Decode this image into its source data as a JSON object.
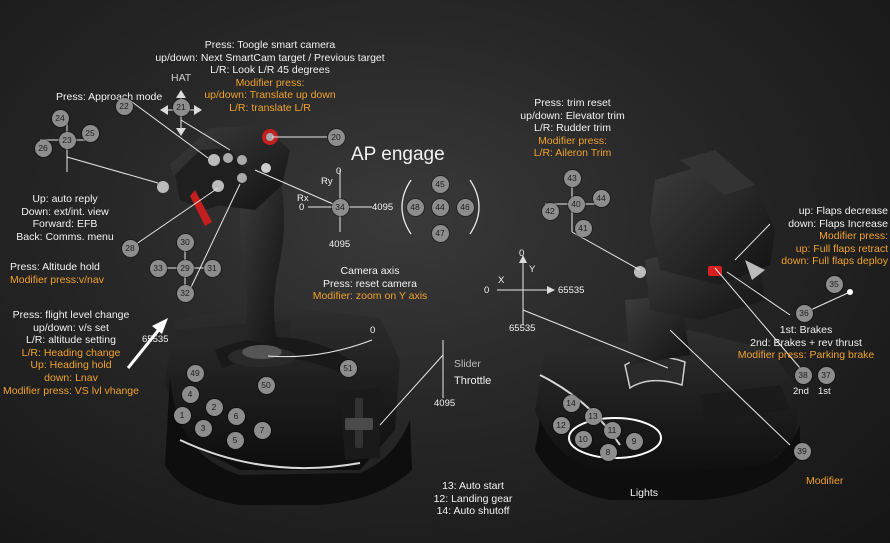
{
  "title": "AP engage",
  "hat_label": "HAT",
  "blocks": {
    "smartcam": {
      "lines": [
        "Press: Toogle smart camera",
        "up/down:  Next SmartCam target / Previous target",
        "L/R: Look L/R 45 degrees"
      ],
      "modifier": [
        "Modifier press:",
        "up/down: Translate up down",
        "L/R: translate L/R"
      ]
    },
    "approach": {
      "lines": [
        "Press: Approach mode"
      ]
    },
    "comms": {
      "lines": [
        "Up: auto reply",
        "Down: ext/int. view",
        "Forward: EFB",
        "Back: Comms. menu"
      ]
    },
    "altitude": {
      "lines": [
        "Press: Altitude hold"
      ],
      "modifier": [
        "Modifier press:v/nav"
      ]
    },
    "flightlevel": {
      "lines": [
        "Press: flight level change",
        "up/down:  v/s set",
        "L/R: altitude setting"
      ],
      "modifier": [
        "L/R: Heading change",
        "Up: Heading hold",
        "down: Lnav",
        "Modifier press: VS lvl vhange"
      ]
    },
    "camera_axis": {
      "lines": [
        "Camera axis",
        "Press: reset camera"
      ],
      "modifier": [
        "Modifier: zoom on Y axis"
      ]
    },
    "trim": {
      "lines": [
        "Press: trim reset",
        "up/down:  Elevator trim",
        "L/R: Rudder trim"
      ],
      "modifier": [
        "Modifier press:",
        "L/R: Aileron Trim"
      ]
    },
    "flaps": {
      "lines": [
        "up: Flaps decrease",
        "down: Flaps Increase"
      ],
      "modifier": [
        "Modifier press:",
        "up: Full flaps retract",
        "down: Full flaps deploy"
      ]
    },
    "brakes": {
      "lines": [
        "1st: Brakes",
        "2nd: Brakes + rev thrust"
      ],
      "modifier": [
        "Modifier press: Parking brake"
      ]
    },
    "autostart": {
      "lines": [
        "13: Auto start",
        "12: Landing gear",
        "14: Auto shutoff"
      ]
    }
  },
  "single_labels": {
    "slider": "Slider",
    "throttle": "Throttle",
    "lights": "Lights",
    "modifier": "Modifier",
    "second": "2nd",
    "first": "1st"
  },
  "axes": {
    "stick_rx_ry": {
      "ry": "Ry",
      "rx": "Rx",
      "top": "0",
      "left": "0",
      "right": "4095",
      "bottom": "4095"
    },
    "slider_axis": {
      "top": "0",
      "bottom": "4095"
    },
    "base_xy": {
      "x": "X",
      "y": "Y",
      "top": "0",
      "left": "0",
      "right": "65535",
      "bottom": "65535"
    },
    "edge_label": "65535"
  },
  "buttons": [
    {
      "n": "21"
    },
    {
      "n": "22"
    },
    {
      "n": "23"
    },
    {
      "n": "24"
    },
    {
      "n": "25"
    },
    {
      "n": "26"
    },
    {
      "n": "20"
    },
    {
      "n": "34"
    },
    {
      "n": "45"
    },
    {
      "n": "46"
    },
    {
      "n": "47"
    },
    {
      "n": "48"
    },
    {
      "n": "35"
    },
    {
      "n": "44"
    },
    {
      "n": "28"
    },
    {
      "n": "29"
    },
    {
      "n": "30"
    },
    {
      "n": "31"
    },
    {
      "n": "32"
    },
    {
      "n": "33"
    },
    {
      "n": "49"
    },
    {
      "n": "50"
    },
    {
      "n": "51"
    },
    {
      "n": "1"
    },
    {
      "n": "2"
    },
    {
      "n": "3"
    },
    {
      "n": "4"
    },
    {
      "n": "5"
    },
    {
      "n": "6"
    },
    {
      "n": "7"
    },
    {
      "n": "43"
    },
    {
      "n": "40"
    },
    {
      "n": "42"
    },
    {
      "n": "44"
    },
    {
      "n": "41"
    },
    {
      "n": "36"
    },
    {
      "n": "38"
    },
    {
      "n": "37"
    },
    {
      "n": "39"
    },
    {
      "n": "14"
    },
    {
      "n": "13"
    },
    {
      "n": "12"
    },
    {
      "n": "11"
    },
    {
      "n": "10"
    },
    {
      "n": "9"
    },
    {
      "n": "8"
    }
  ],
  "colors": {
    "text": "#f2f2f2",
    "modifier": "#f0a22e",
    "badge": "#8d8d8d",
    "background": "#262626"
  }
}
